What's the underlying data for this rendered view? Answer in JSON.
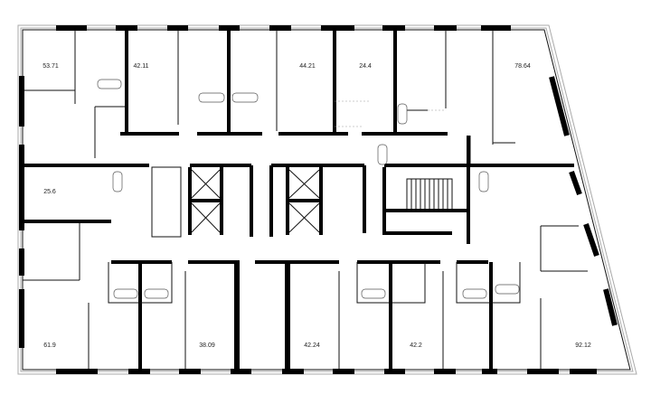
{
  "plan": {
    "apartments": [
      {
        "id": "a1",
        "area": "53.71"
      },
      {
        "id": "a2",
        "area": "42.11"
      },
      {
        "id": "a3",
        "area": "44.21"
      },
      {
        "id": "a4",
        "area": "24.4"
      },
      {
        "id": "a5",
        "area": "78.64"
      },
      {
        "id": "a6",
        "area": "25.6"
      },
      {
        "id": "a7",
        "area": "61.9"
      },
      {
        "id": "a8",
        "area": "38.09"
      },
      {
        "id": "a9",
        "area": "42.24"
      },
      {
        "id": "a10",
        "area": "42.2"
      },
      {
        "id": "a11",
        "area": "92.12"
      }
    ]
  }
}
